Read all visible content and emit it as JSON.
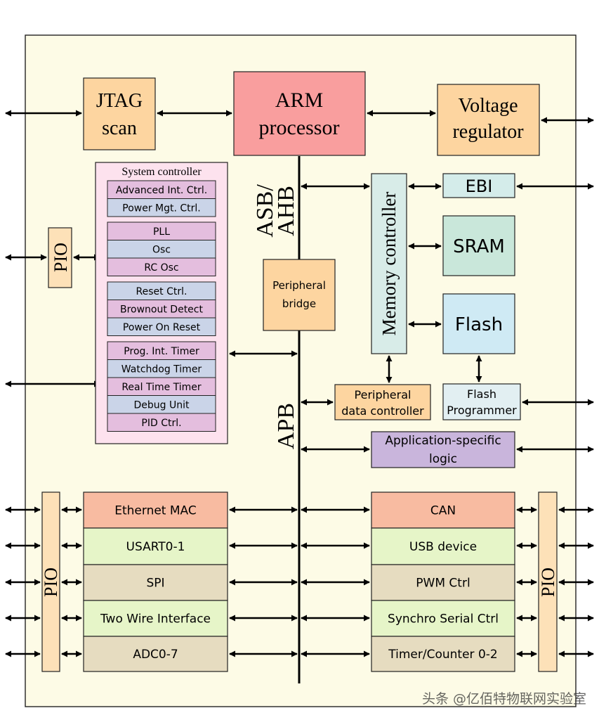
{
  "colors": {
    "background_panel": "#fdfbe6",
    "jtag": "#fdd5a0",
    "arm": "#f99e9e",
    "voltage": "#fdd5a0",
    "system_controller": "#fde2ee",
    "pink_row": "#e4bede",
    "blue_row": "#cad4e8",
    "pio": "#fde1b8",
    "bridge": "#fdd5a0",
    "memory_controller": "#d8ece8",
    "ebi": "#d4ecea",
    "sram": "#c9e7da",
    "flash": "#cfeaf4",
    "peripheral_dc": "#fdd5a0",
    "flash_programmer": "#e2eff2",
    "app_logic": "#c9b5dc",
    "salmon": "#f8bba1",
    "green": "#e6f5c8",
    "tan": "#e6dcc0"
  },
  "blocks": {
    "jtag_line1": "JTAG",
    "jtag_line2": "scan",
    "arm_line1": "ARM",
    "arm_line2": "processor",
    "voltage_line1": "Voltage",
    "voltage_line2": "regulator",
    "ebi": "EBI",
    "sram": "SRAM",
    "flash": "Flash",
    "memory_controller": "Memory controller",
    "bridge_line1": "Peripheral",
    "bridge_line2": "bridge",
    "pdc_line1": "Peripheral",
    "pdc_line2": "data controller",
    "fp_line1": "Flash",
    "fp_line2": "Programmer",
    "app_line1": "Application-specific",
    "app_line2": "logic",
    "pio_top": "PIO",
    "pio_left": "PIO",
    "pio_right": "PIO"
  },
  "bus": {
    "asb_line1": "ASB/",
    "asb_line2": "AHB",
    "apb": "APB"
  },
  "system_controller": {
    "title": "System controller",
    "groups": [
      [
        "Advanced Int. Ctrl.",
        "Power Mgt. Ctrl."
      ],
      [
        "PLL",
        "Osc",
        "RC Osc"
      ],
      [
        "Reset Ctrl.",
        "Brownout Detect",
        "Power On Reset"
      ],
      [
        "Prog. Int. Timer",
        "Watchdog Timer",
        "Real Time Timer",
        "Debug Unit",
        "PID Ctrl."
      ]
    ]
  },
  "left_peripherals": [
    "Ethernet MAC",
    "USART0-1",
    "SPI",
    "Two Wire Interface",
    "ADC0-7"
  ],
  "right_peripherals": [
    "CAN",
    "USB device",
    "PWM Ctrl",
    "Synchro Serial Ctrl",
    "Timer/Counter 0-2"
  ],
  "watermark": "头条 @亿佰特物联网实验室"
}
